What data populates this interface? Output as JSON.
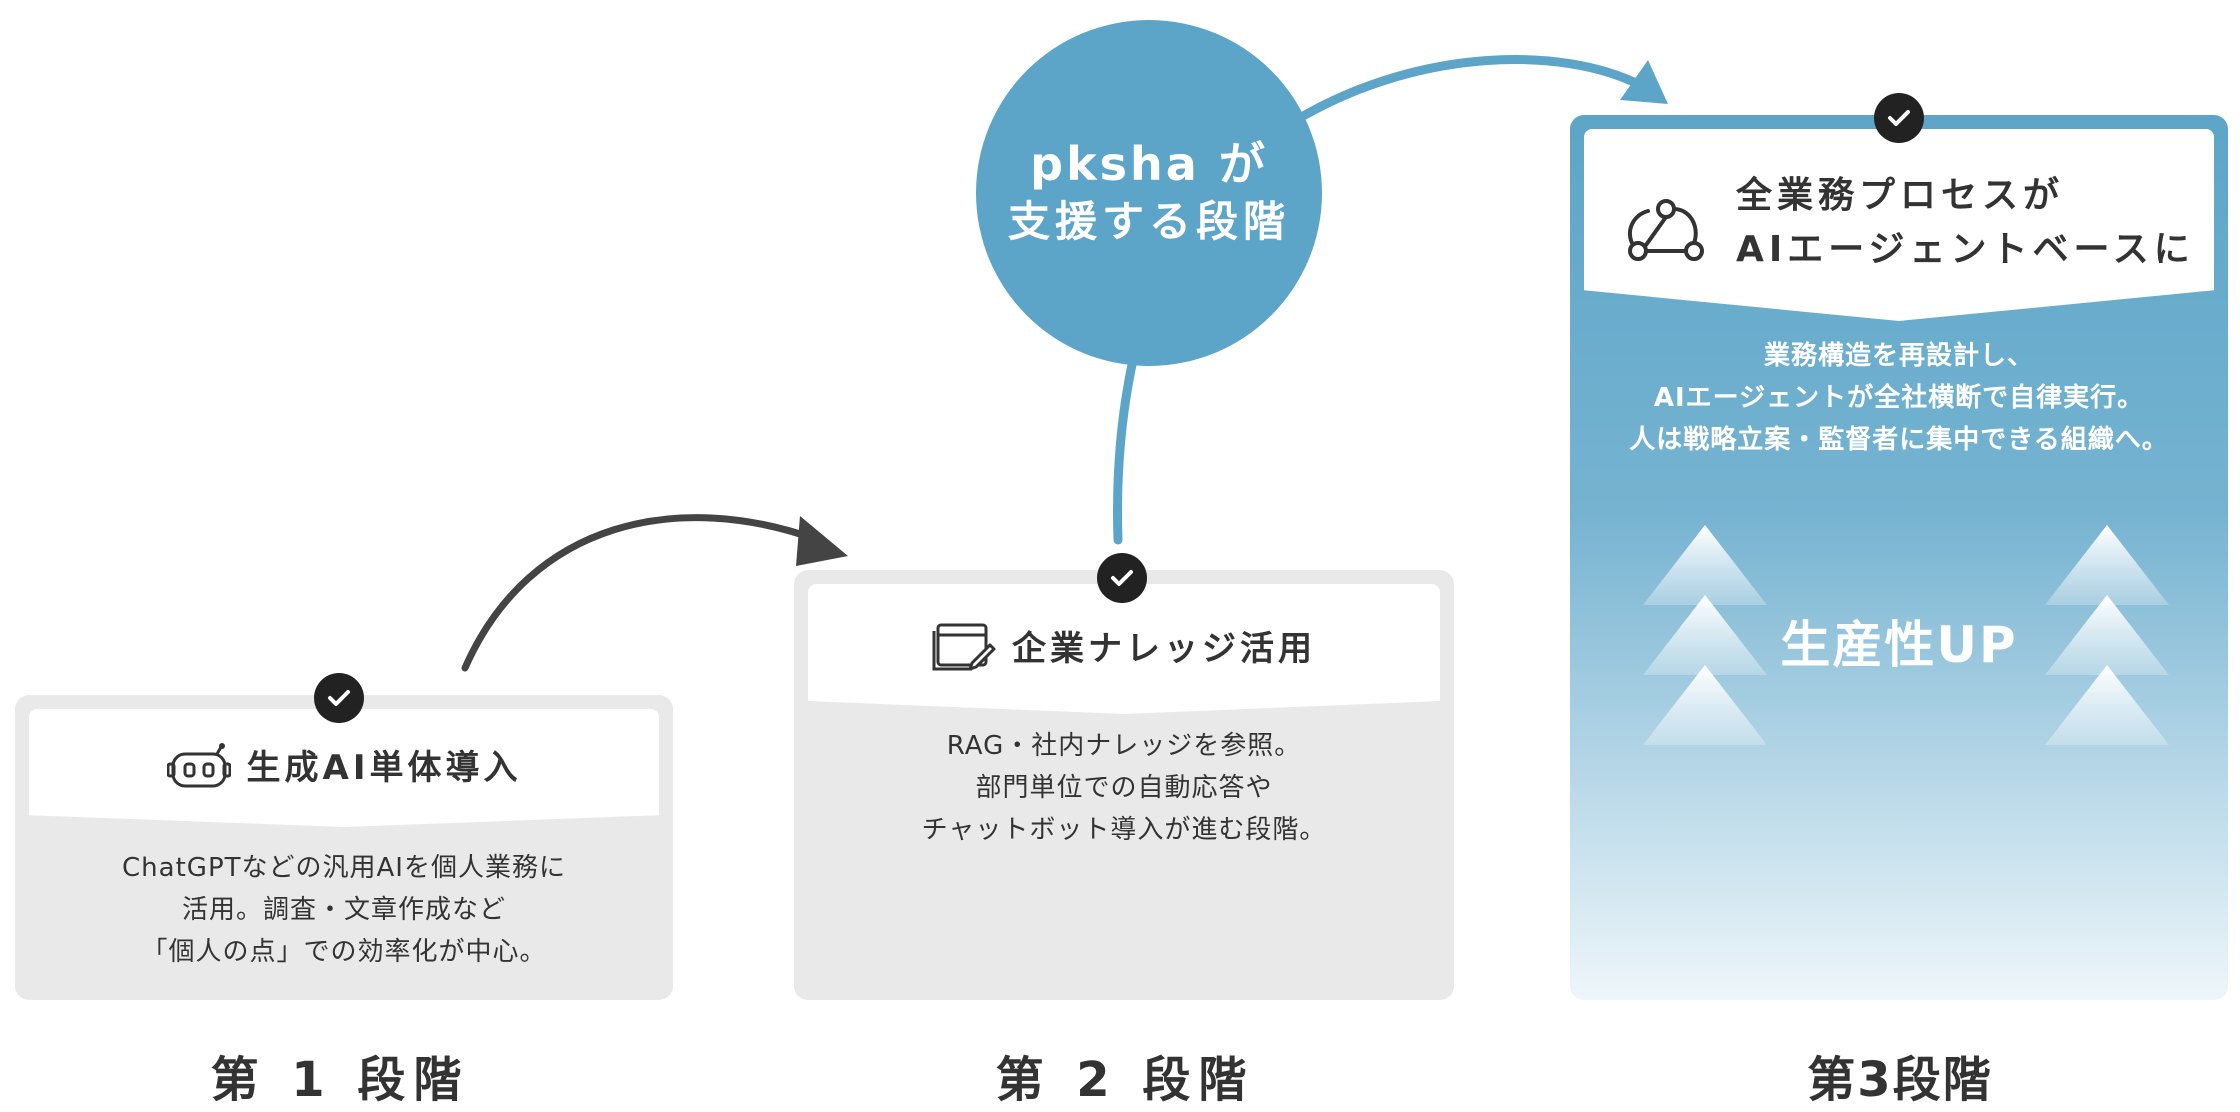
{
  "stages": [
    {
      "title": "生成AI単体導入",
      "icon": "robot-icon",
      "body": [
        "ChatGPTなどの汎用AIを個人業務に",
        "活用。調査・文章作成など",
        "「個人の点」での効率化が中心。"
      ],
      "label": "第 1 段階"
    },
    {
      "title": "企業ナレッジ活用",
      "icon": "window-edit-icon",
      "body": [
        "RAG・社内ナレッジを参照。",
        "部門単位での自動応答や",
        "チャットボット導入が進む段階。"
      ],
      "label": "第 2 段階"
    },
    {
      "title_lines": [
        "全業務プロセスが",
        "AIエージェントベースに"
      ],
      "icon": "webhook-icon",
      "body": [
        "業務構造を再設計し、",
        "AIエージェントが全社横断で自律実行。",
        "人は戦略立案・監督者に集中できる組織へ。"
      ],
      "highlight": "生産性UP",
      "label": "第3段階"
    }
  ],
  "circle": {
    "line1": "pksha が",
    "line2": "支援する段階"
  },
  "colors": {
    "accent": "#5da5c8",
    "card_gray": "#e9e9e9",
    "dark": "#222222",
    "arrow_dark": "#444444"
  }
}
